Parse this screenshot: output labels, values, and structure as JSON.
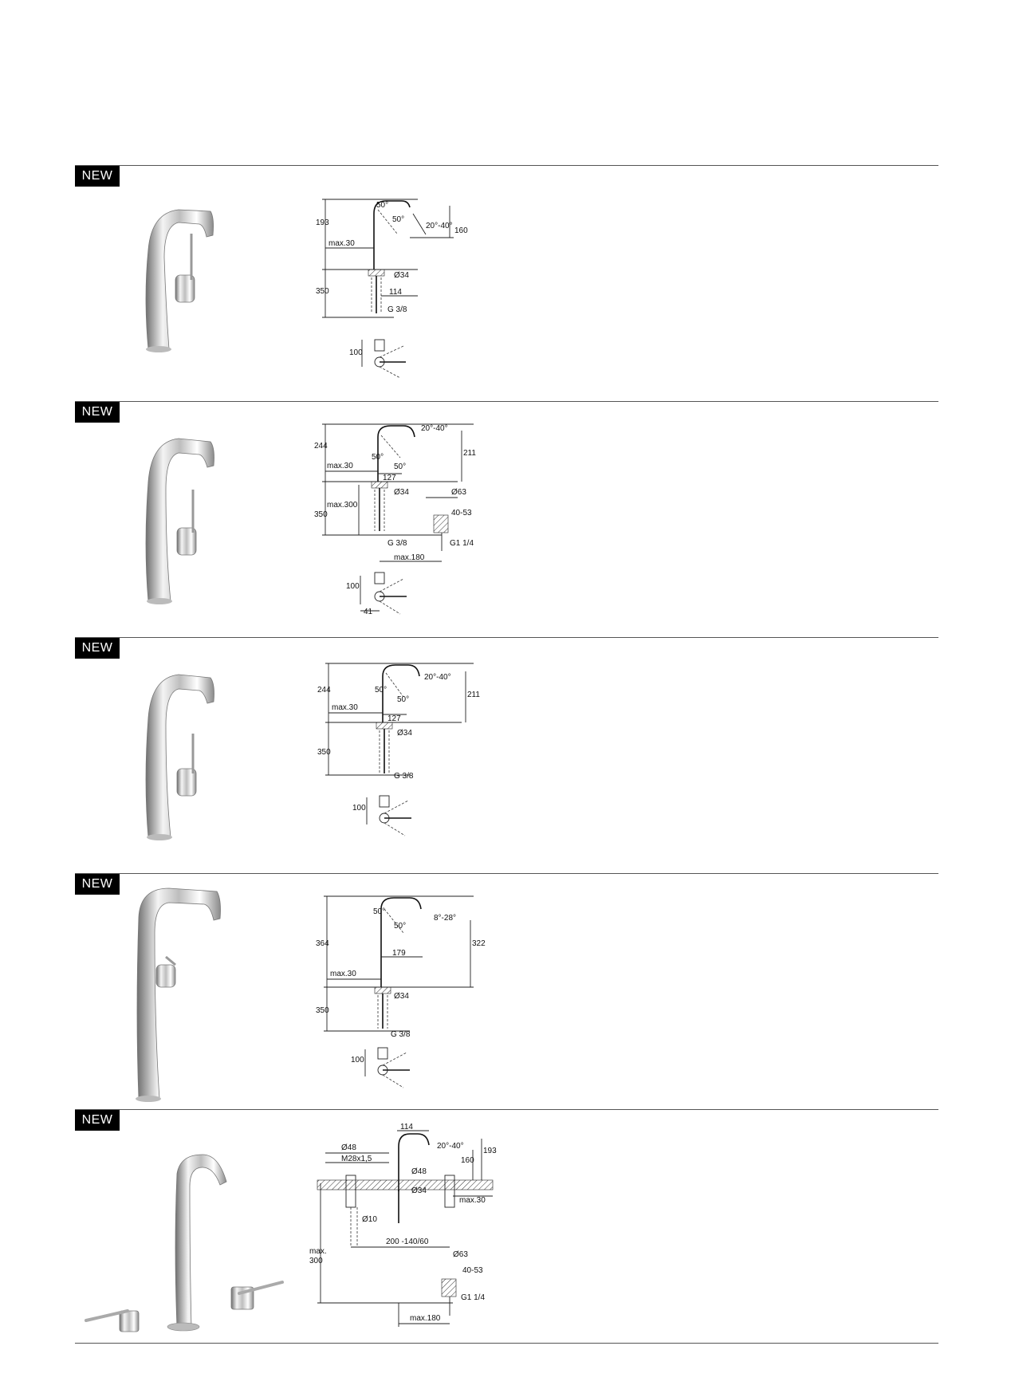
{
  "badge_label": "NEW",
  "sections": [
    {
      "dims": [
        "50°",
        "50°",
        "193",
        "20°-40°",
        "160",
        "max.30",
        "Ø34",
        "350",
        "114",
        "G 3/8",
        "100"
      ]
    },
    {
      "dims": [
        "244",
        "50°",
        "20°-40°",
        "50°",
        "211",
        "max.30",
        "127",
        "Ø34",
        "Ø63",
        "max.300",
        "40-53",
        "350",
        "G 3/8",
        "G1 1/4",
        "max.180",
        "100",
        "41"
      ]
    },
    {
      "dims": [
        "244",
        "50°",
        "20°-40°",
        "50°",
        "211",
        "max.30",
        "127",
        "Ø34",
        "350",
        "G 3/8",
        "100"
      ]
    },
    {
      "dims": [
        "50°",
        "50°",
        "8°-28°",
        "364",
        "322",
        "179",
        "max.30",
        "Ø34",
        "350",
        "G 3/8",
        "100"
      ]
    },
    {
      "dims": [
        "114",
        "Ø48",
        "20°-40°",
        "193",
        "M28x1,5",
        "160",
        "Ø48",
        "Ø34",
        "max.30",
        "Ø10",
        "200 -140/60",
        "max.",
        "300",
        "Ø63",
        "40-53",
        "G1 1/4",
        "max.180"
      ]
    }
  ]
}
